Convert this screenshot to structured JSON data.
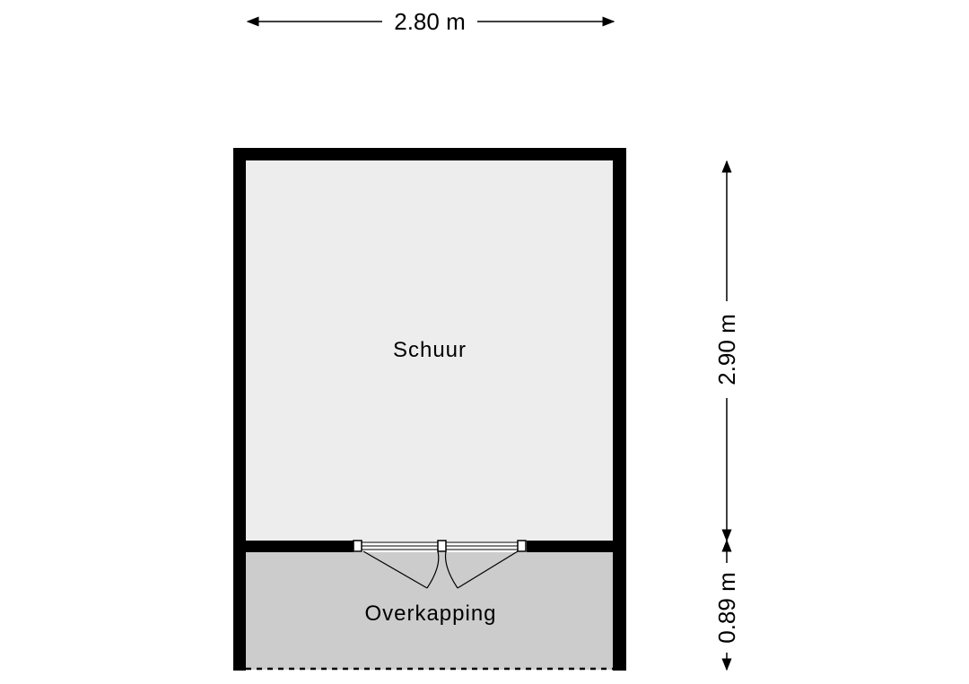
{
  "plan": {
    "rooms": [
      {
        "name": "Schuur",
        "fill": "#ededed"
      },
      {
        "name": "Overkapping",
        "fill": "#cccccc"
      }
    ],
    "dimensions": {
      "width": "2.80 m",
      "height_schuur": "2.90 m",
      "height_overkapping": "0.89 m"
    },
    "colors": {
      "wall": "#000000",
      "background": "#ffffff"
    }
  }
}
